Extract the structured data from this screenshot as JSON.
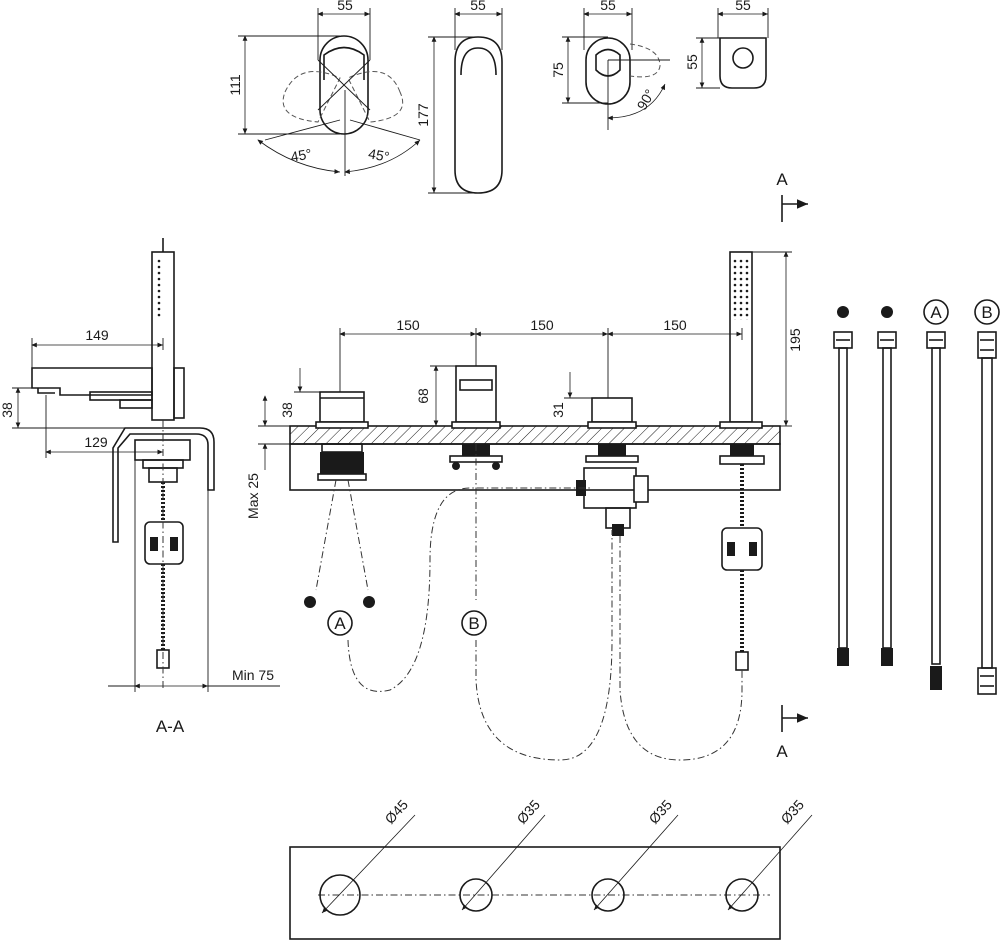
{
  "top_views": {
    "lever_width": "55",
    "lever_height": "111",
    "lever_angle_left": "45°",
    "lever_angle_right": "45°",
    "spout_width": "55",
    "spout_height": "177",
    "diverter_width": "55",
    "diverter_height": "75",
    "diverter_angle": "90°",
    "holder_width": "55",
    "holder_height": "55"
  },
  "section_marks": {
    "top": "A",
    "bottom": "A",
    "section_label": "A-A"
  },
  "side_view": {
    "reach": "149",
    "spout_height": "38",
    "base_reach": "129",
    "min_clearance": "Min 75"
  },
  "front_view": {
    "spacing_1": "150",
    "spacing_2": "150",
    "spacing_3": "150",
    "mixer_height": "38",
    "spout_height": "68",
    "diverter_height": "31",
    "handshower_height": "195",
    "deck_thickness": "Max 25",
    "marker_a": "A",
    "marker_b": "B"
  },
  "hoses": {
    "label_a": "A",
    "label_b": "B"
  },
  "cutout_template": {
    "hole_1": "Ø45",
    "hole_2": "Ø35",
    "hole_3": "Ø35",
    "hole_4": "Ø35"
  }
}
